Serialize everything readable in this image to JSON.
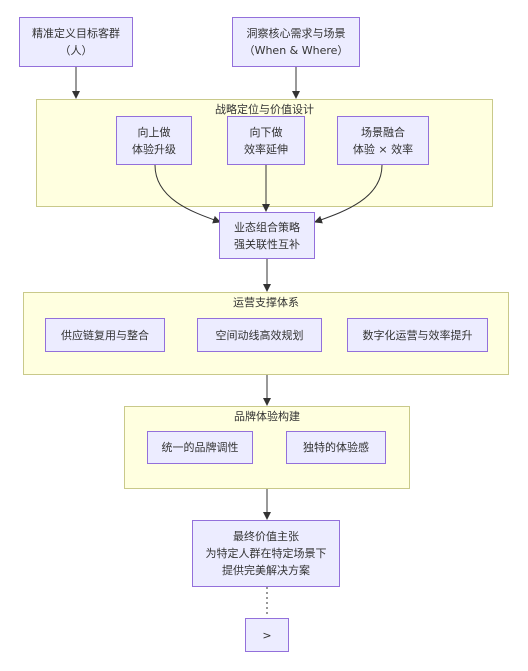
{
  "nodes": {
    "audience": {
      "line1": "精准定义目标客群",
      "line2": "（人）"
    },
    "needs": {
      "line1": "洞察核心需求与场景",
      "line2": "（When & Where）"
    },
    "up": {
      "line1": "向上做",
      "line2": "体验升级"
    },
    "down": {
      "line1": "向下做",
      "line2": "效率延伸"
    },
    "fusion": {
      "line1": "场景融合",
      "line2": "体验 × 效率"
    },
    "combo": {
      "line1": "业态组合策略",
      "line2": "强关联性互补"
    },
    "supply": {
      "label": "供应链复用与整合"
    },
    "space": {
      "label": "空间动线高效规划"
    },
    "digital": {
      "label": "数字化运营与效率提升"
    },
    "tone": {
      "label": "统一的品牌调性"
    },
    "unique": {
      "label": "独特的体验感"
    },
    "final": {
      "line1": "最终价值主张",
      "line2": "为特定人群在特定场景下",
      "line3": "提供完美解决方案"
    },
    "more": {
      "label": ">"
    }
  },
  "clusters": {
    "strategy": {
      "title": "战略定位与价值设计"
    },
    "ops": {
      "title": "运营支撑体系"
    },
    "brand": {
      "title": "品牌体验构建"
    }
  },
  "colors": {
    "node_fill": "#ececff",
    "node_border": "#9370db",
    "cluster_fill": "#ffffe0",
    "cluster_border": "#c9c98a",
    "edge": "#333333"
  }
}
